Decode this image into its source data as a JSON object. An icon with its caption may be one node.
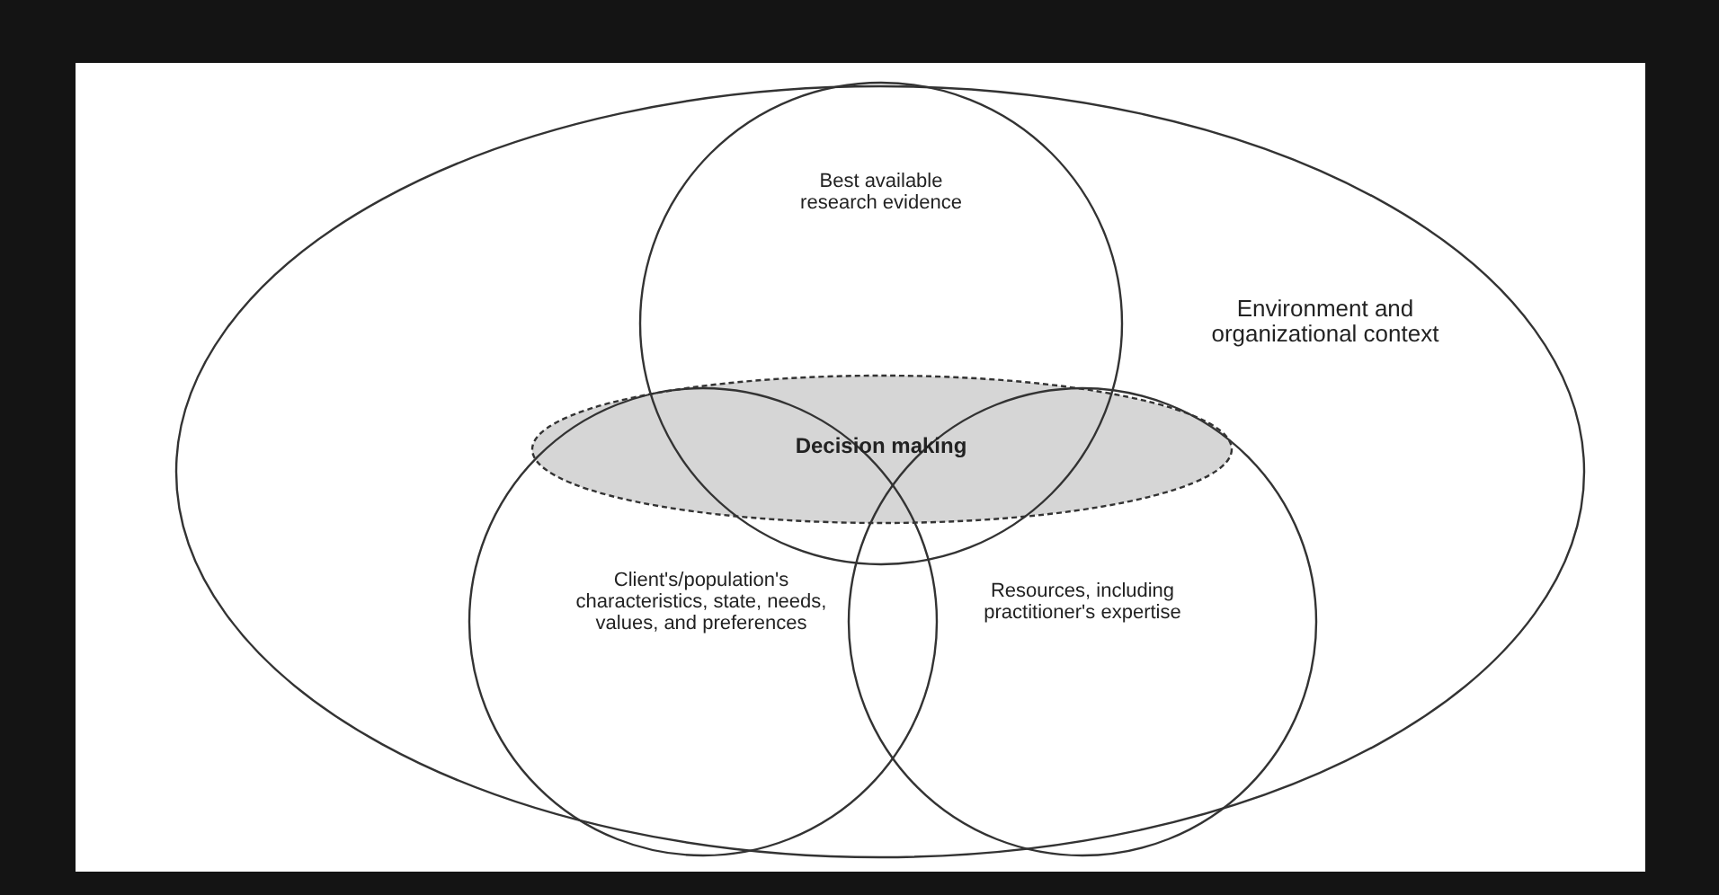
{
  "diagram": {
    "nodes": [
      {
        "text": [
          "Environment and organizational context"
        ]
      },
      {
        "text": [
          "Best available research evidence"
        ],
        "in": 0
      },
      {
        "text": [
          "Decision making"
        ],
        "in": 0
      },
      {
        "text": [
          "Client's/population's characteristics, state, needs, values, and preferences"
        ],
        "in": 0
      },
      {
        "text": [
          "Resources, including practitioner's expertise"
        ],
        "in": 0
      }
    ]
  }
}
